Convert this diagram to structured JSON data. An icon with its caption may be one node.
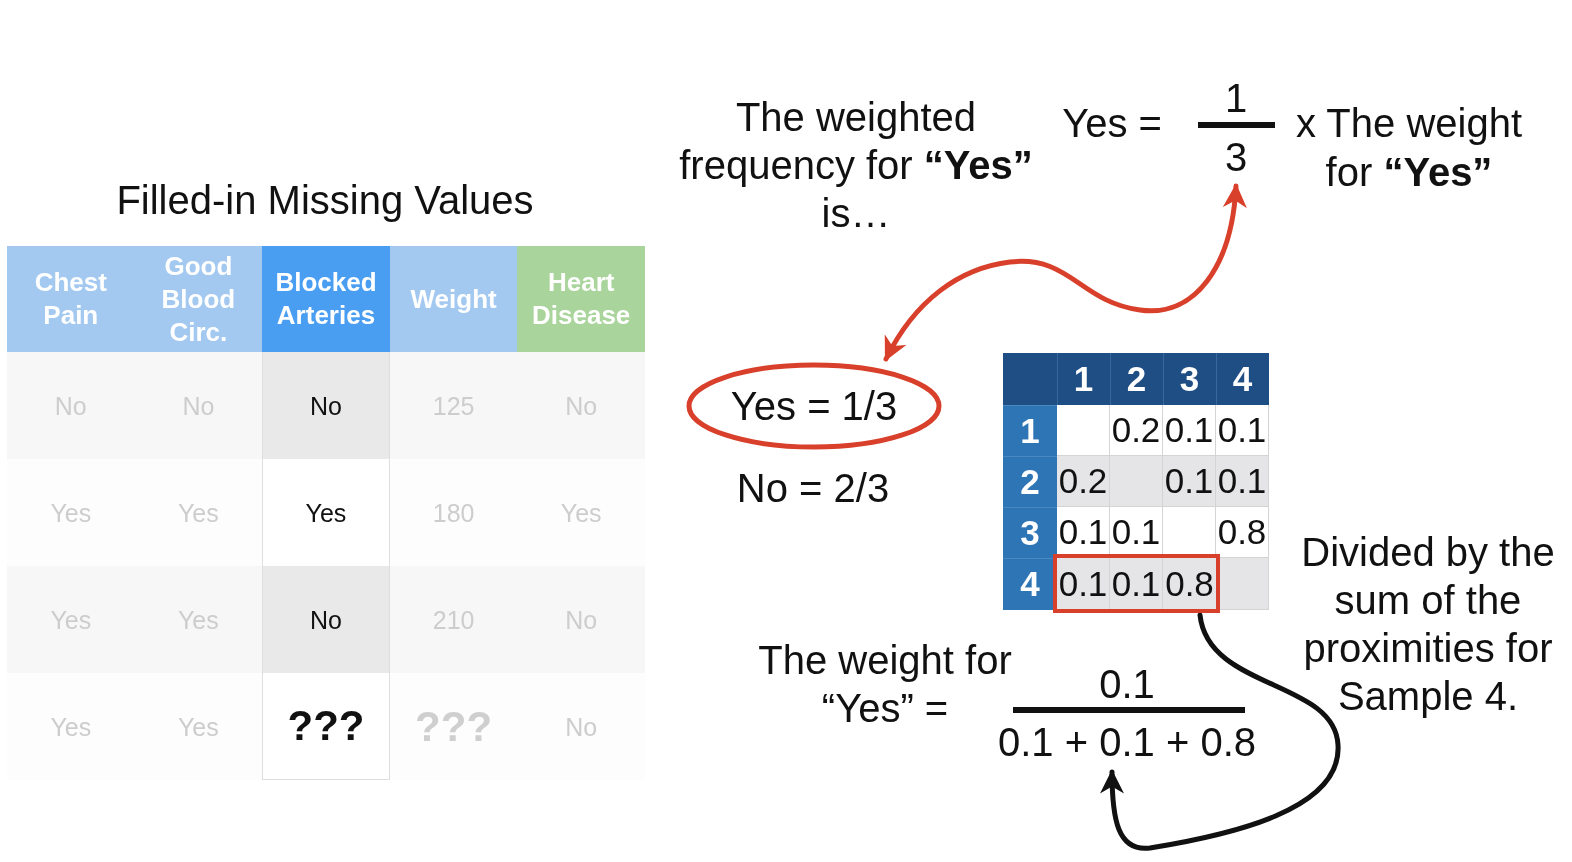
{
  "diagram": {
    "nodes": [
      {
        "text": [
          "3"
        ]
      },
      {
        "text": [
          "Yes = 1/3"
        ]
      },
      {
        "text": [
          "0.1",
          "0.1",
          "0.8"
        ]
      },
      {
        "text": [
          "0.1 + 0.1 + 0.8"
        ]
      }
    ],
    "edges": [
      {
        "from": 0,
        "to": 1,
        "arrow": "both",
        "color": "#d9402b"
      },
      {
        "from": 2,
        "to": 3,
        "arrow": "to",
        "color": "#111111"
      }
    ],
    "labels": [
      "The weighted frequency for **“Yes”** is…",
      "Yes =",
      "1",
      "x The weight for **“Yes”**",
      "Filled-in Missing Values",
      "Chest Pain",
      "Good Blood Circ.",
      "Blocked Arteries",
      "Weight",
      "Heart Disease",
      "No",
      "No",
      "No",
      "125",
      "No",
      "Yes",
      "Yes",
      "Yes",
      "180",
      "Yes",
      "Yes",
      "Yes",
      "No",
      "210",
      "No",
      "Yes",
      "Yes",
      "???",
      "???",
      "No",
      "No = 2/3",
      "1",
      "2",
      "3",
      "4",
      "1",
      "0.2",
      "0.1",
      "0.1",
      "2",
      "0.2",
      "0.1",
      "0.1",
      "3",
      "0.1",
      "0.1",
      "0.8",
      "4",
      "Divided by the sum of the proximities for Sample 4.",
      "The weight for “Yes” =",
      "0.1"
    ]
  }
}
